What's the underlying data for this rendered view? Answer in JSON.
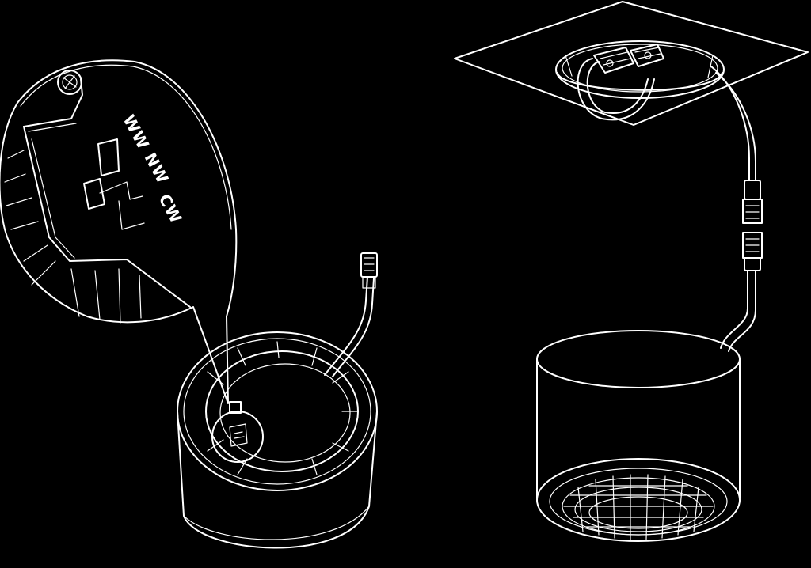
{
  "colors": {
    "background": "#000000",
    "line": "#ffffff"
  },
  "callout": {
    "labels": {
      "ww": "WW",
      "nw": "NW",
      "cw": "CW"
    }
  }
}
